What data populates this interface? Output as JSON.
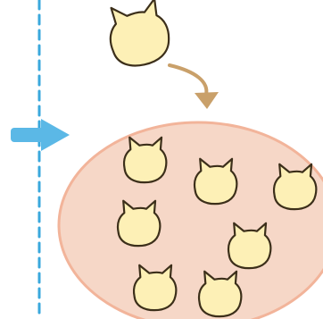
{
  "colors": {
    "background": "#ffffff",
    "divider": "#3aa8dc",
    "arrow_in": "#5bb8e6",
    "arrow_curve": "#c9a06a",
    "ellipse_fill": "#f6d7c7",
    "ellipse_stroke": "#f2b49a",
    "cat_fill": "#fdf0b6",
    "cat_stroke": "#3c2f1a"
  },
  "diagram": {
    "outside_cat": {
      "icon": "cat-head-icon",
      "count": 1
    },
    "inside_cats": {
      "icon": "cat-head-icon",
      "count": 7
    },
    "arrows": [
      {
        "icon": "arrow-right-icon",
        "role": "entry-arrow"
      },
      {
        "icon": "curved-arrow-icon",
        "role": "move-in-arrow"
      }
    ],
    "container": {
      "shape": "ellipse"
    },
    "divider": {
      "style": "dashed-vertical-line"
    }
  }
}
